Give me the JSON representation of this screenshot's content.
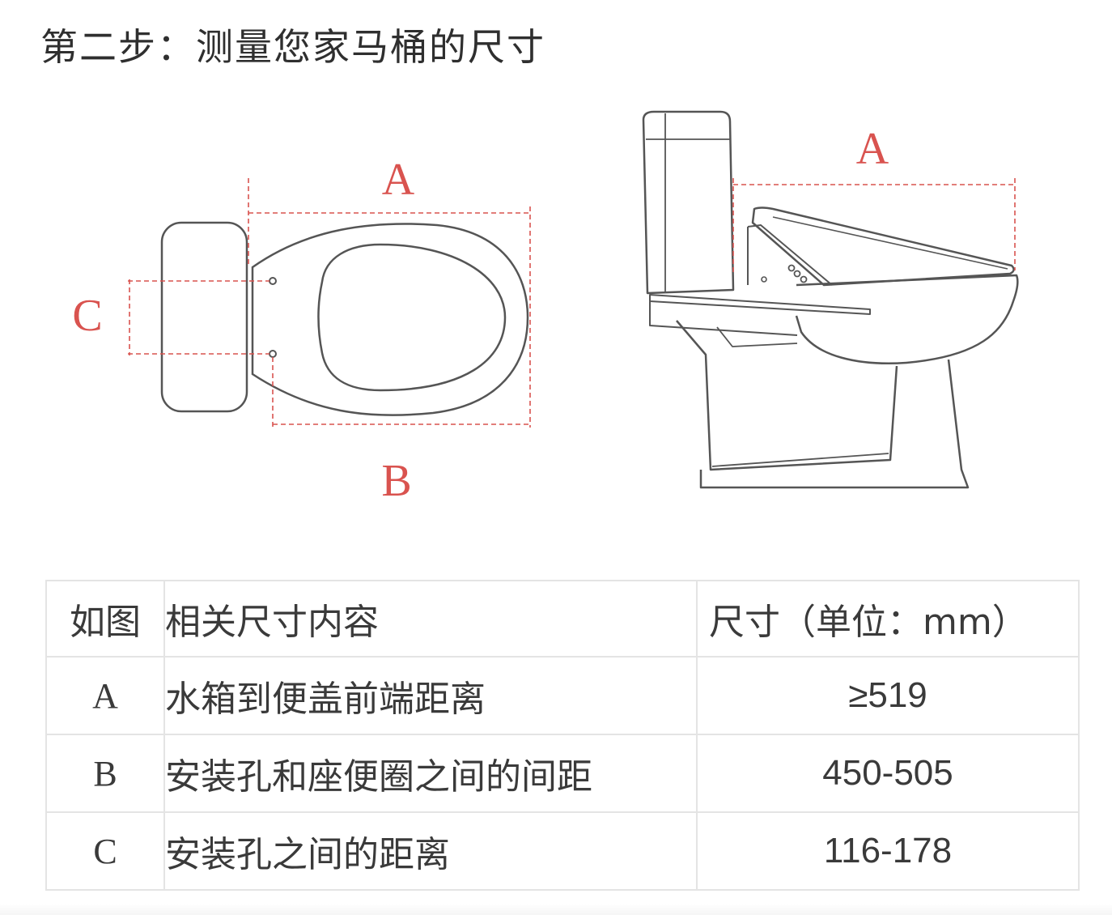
{
  "title": "第二步：测量您家马桶的尺寸",
  "diagram": {
    "top_view": {
      "label_a": "A",
      "label_b": "B",
      "label_c": "C"
    },
    "side_view": {
      "label_a": "A"
    },
    "line_color": "#555555",
    "dimension_color": "#d9534f"
  },
  "table": {
    "headers": [
      "如图",
      "相关尺寸内容",
      "尺寸（单位：mm）"
    ],
    "rows": [
      {
        "key": "A",
        "description": "水箱到便盖前端距离",
        "size": "≥519"
      },
      {
        "key": "B",
        "description": "安装孔和座便圈之间的间距",
        "size": "450-505"
      },
      {
        "key": "C",
        "description": "安装孔之间的距离",
        "size": "116-178"
      }
    ]
  }
}
